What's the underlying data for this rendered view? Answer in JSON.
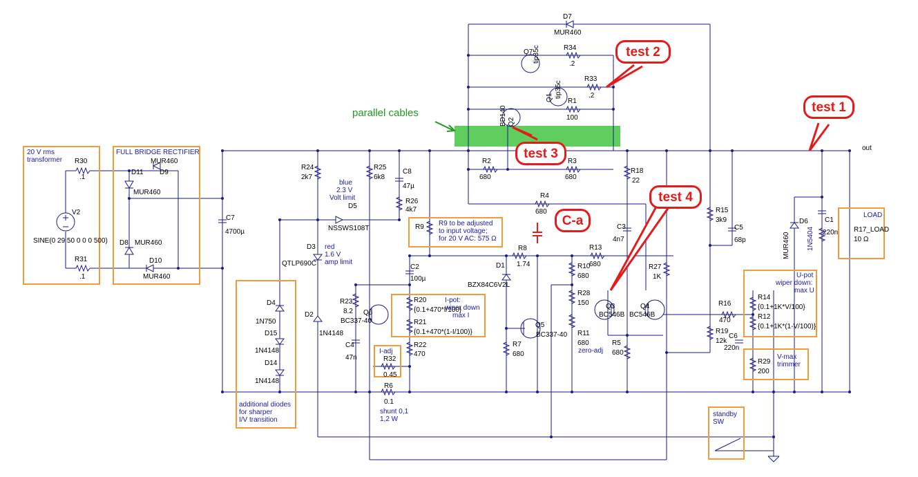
{
  "colors": {
    "wire": "#1a1a8a",
    "junction": "#1a1a8a",
    "annotation_box": "#f39a3a",
    "callout": "#e31b1b",
    "band": "#5fce5f",
    "note_text": "#1a1aa8"
  },
  "boxes": {
    "transformer": {
      "line1": "20 V rms",
      "line2": "transformer"
    },
    "rectifier": {
      "title": "FULL BRIDGE RECTIFIER"
    },
    "diodes": {
      "line1": "additional diodes",
      "line2": "for sharper",
      "line3": "I/V transition"
    },
    "r9": {
      "line1": "R9 to be adjusted",
      "line2": "to input voltage;",
      "line3": "for 20 V AC: 575 Ω"
    },
    "ipot": {
      "line1": "I-pot:",
      "line2": "wiper down",
      "line3": "max I"
    },
    "iadj": {
      "label": "I-adj"
    },
    "upot": {
      "line1": "U-pot",
      "line2": "wiper down:",
      "line3": "max U"
    },
    "vmax": {
      "line1": "V-max",
      "line2": "trimmer"
    },
    "standby": {
      "line1": "standby",
      "line2": "SW"
    },
    "load": {
      "label": "LOAD"
    }
  },
  "notes": {
    "parallel": "parallel cables",
    "blue_led": "blue",
    "blue_led2": "2.3 V",
    "blue_led3": "Volt limit",
    "red_led": "red",
    "red_led2": "1.6 V",
    "red_led3": "amp limit",
    "shunt1": "shunt 0,1",
    "shunt2": "1,2 W",
    "zero_adj": "zero-adj",
    "out": "out"
  },
  "callouts": {
    "test1": "test 1",
    "test2": "test 2",
    "test3": "test 3",
    "test4": "test 4",
    "ca": "C-a"
  },
  "components": {
    "R30": "R30",
    "R30v": ".1",
    "R31": "R31",
    "R31v": ".1",
    "V2": "V2",
    "V2v": "SINE(0 29 50 0 0 0 500)",
    "D11": "D11",
    "D9": "D9",
    "D9v": "MUR460",
    "D11v": "MUR460",
    "D8": "D8",
    "D8v": "MUR460",
    "D10": "D10",
    "D10v": "MUR460",
    "D9top": "MUR460",
    "C7": "C7",
    "C7v": "4700µ",
    "R24": "R24",
    "R24v": "2k7",
    "R25": "R25",
    "R25v": "6k8",
    "C8": "C8",
    "C8v": "47µ",
    "R26": "R26",
    "R26v": "4k7",
    "D5": "D5",
    "D5v": "NSSWS108T",
    "D3": "D3",
    "D3v": "QTLP690C",
    "D4": "D4",
    "D4v": "1N750",
    "D15": "D15",
    "D15v": "1N4148",
    "D14": "D14",
    "D14v": "1N4148",
    "D2": "D2",
    "D2v": "1N4148",
    "R23": "R23",
    "R23v": "8.2",
    "Q6": "Q6",
    "Q6v": "BC337-40",
    "C4": "C4",
    "C4v": "47n",
    "C2": "C2",
    "C2v": "100µ",
    "R20": "R20",
    "R20v": "{0.1+470*I/100}",
    "R21": "R21",
    "R21v": "{0.1+470*(1-I/100)}",
    "R22": "R22",
    "R22v": "470",
    "R32": "R32",
    "R32v": "0.45",
    "R6": "R6",
    "R6v": "0.1",
    "R9": "R9",
    "D1": "D1",
    "D1v": "BZX84C6V2L",
    "R8": "R8",
    "R8v": "1.74",
    "R7": "R7",
    "R7v": "680",
    "Q5": "Q5",
    "Q5v": "BC337-40",
    "R10": "R10",
    "R10v": "680",
    "R28": "R28",
    "R28v": "150",
    "R11": "R11",
    "R11v": "680",
    "R13": "R13",
    "R13v": "680",
    "R27": "R27",
    "R27v": "1K",
    "Q3": "Q3",
    "Q3v": "BC546B",
    "Q4": "Q4",
    "Q4v": "BC546B",
    "R5": "R5",
    "R5v": "680",
    "C3": "C3",
    "C3v": "4n7",
    "R18": "R18",
    "R18v": "22",
    "R2": "R2",
    "R2v": "680",
    "R3": "R3",
    "R3v": "680",
    "R4": "R4",
    "R4v": "680",
    "Q2": "Q2",
    "Q2v": "BD140",
    "R1": "R1",
    "R1v": "100",
    "Q1": "Q1",
    "Q1v": "tip35c",
    "Q7": "Q7",
    "Q7v": "tip35c",
    "R34": "R34",
    "R34v": ".2",
    "R33": "R33",
    "R33v": ".2",
    "D7": "D7",
    "D7v": "MUR460",
    "R15": "R15",
    "R15v": "3k9",
    "C5": "C5",
    "C5v": "68p",
    "R16": "R16",
    "R16v": "470",
    "R19": "R19",
    "R19v": "12k",
    "C6": "C6",
    "C6v": "220n",
    "R14": "R14",
    "R14v": "{0.1+1K*V/100}",
    "R12": "R12",
    "R12v": "{0.1+1K*(1-V/100)}",
    "R29": "R29",
    "R29v": "200",
    "D6": "D6",
    "D6v": "1N5404",
    "D6v2": "MUR460",
    "C1": "C1",
    "C1v": "220n",
    "R17": "R17_LOAD",
    "R17v": "10 Ω"
  }
}
